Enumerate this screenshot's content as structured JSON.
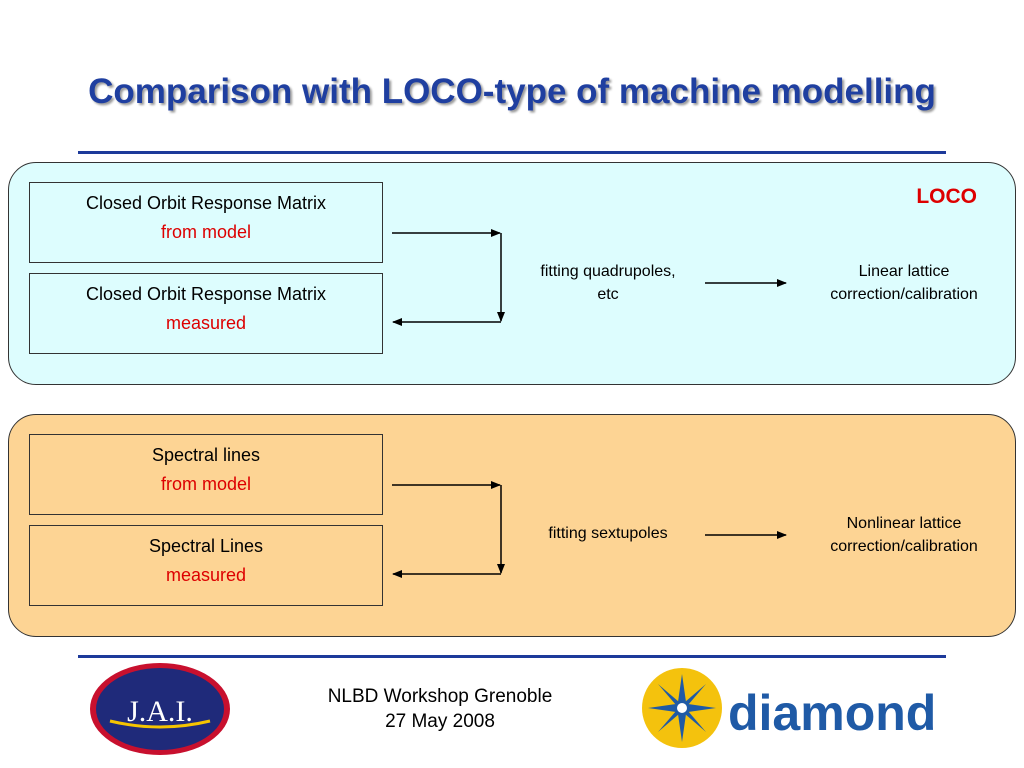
{
  "slide": {
    "title": "Comparison with LOCO-type of machine modelling"
  },
  "loco_panel": {
    "label": "LOCO",
    "box_model": {
      "line1": "Closed Orbit Response Matrix",
      "line2": "from model"
    },
    "box_measured": {
      "line1": "Closed Orbit Response Matrix",
      "line2": "measured"
    },
    "fitting": {
      "line1": "fitting quadrupoles,",
      "line2": "etc"
    },
    "result": {
      "line1": "Linear lattice",
      "line2": "correction/calibration"
    }
  },
  "spectral_panel": {
    "box_model": {
      "line1": "Spectral lines",
      "line2": "from model"
    },
    "box_measured": {
      "line1": "Spectral Lines",
      "line2": "measured"
    },
    "fitting": {
      "line1": "fitting sextupoles"
    },
    "result": {
      "line1": "Nonlinear lattice",
      "line2": "correction/calibration"
    }
  },
  "footer": {
    "event": "NLBD Workshop Grenoble",
    "date": "27 May 2008"
  },
  "logos": {
    "left": {
      "text": "J.A.I.",
      "icon": "jai-logo"
    },
    "right": {
      "text": "diamond",
      "icon": "diamond-logo"
    }
  },
  "colors": {
    "title": "#1f3fa0",
    "accent_red": "#dd0000",
    "loco_panel_bg": "#ddfdfe",
    "spectral_panel_bg": "#fdd494",
    "rule": "#1d3a9a"
  }
}
